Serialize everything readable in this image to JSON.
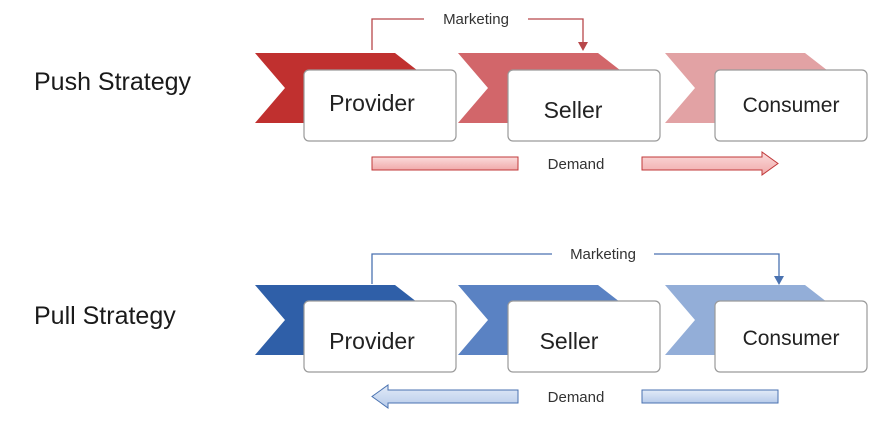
{
  "push": {
    "title": "Push Strategy",
    "marketing_label": "Marketing",
    "demand_label": "Demand",
    "nodes": {
      "provider": "Provider",
      "seller": "Seller",
      "consumer": "Consumer"
    },
    "colors": {
      "chevron_dark": "#c0302f",
      "chevron_mid": "#d2666a",
      "chevron_light": "#e2a2a4",
      "line": "#b8474a",
      "demand_fill": "#f6c3c3",
      "demand_stroke": "#c0393a"
    }
  },
  "pull": {
    "title": "Pull Strategy",
    "marketing_label": "Marketing",
    "demand_label": "Demand",
    "nodes": {
      "provider": "Provider",
      "seller": "Seller",
      "consumer": "Consumer"
    },
    "colors": {
      "chevron_dark": "#2f5fa8",
      "chevron_mid": "#5a82c3",
      "chevron_light": "#93aed8",
      "line": "#4a72b0",
      "demand_fill": "#c8d8f0",
      "demand_stroke": "#4a72b0"
    }
  }
}
